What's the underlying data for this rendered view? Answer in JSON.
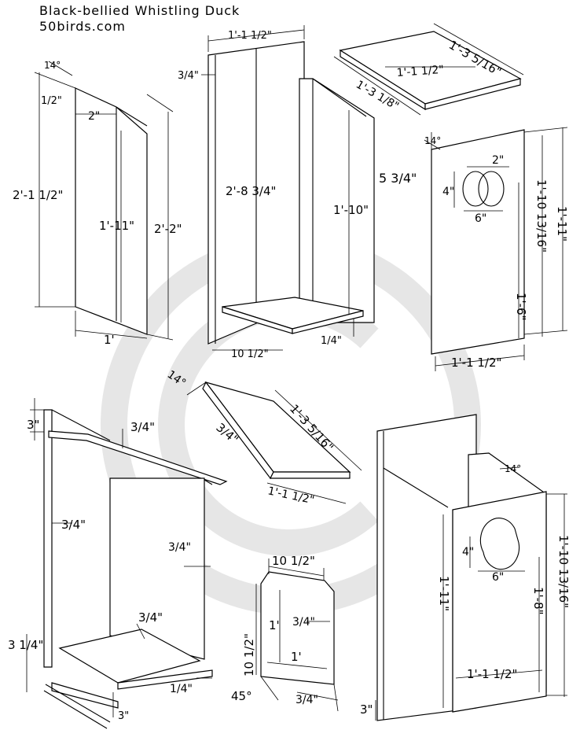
{
  "header": {
    "title": "Black-bellied Whistling Duck",
    "site": "50birds.com"
  },
  "labels": {
    "side_angle": "14°",
    "side_half_in": "1/2\"",
    "side_top_w": "2\"",
    "side_height_long": "2'-1 1/2\"",
    "side_height_inner": "1'-11\"",
    "side_height_short": "2'-2\"",
    "side_width": "1'",
    "back_width": "1'-1 1/2\"",
    "back_thick": "3/4\"",
    "back_height": "2'-8 3/4\"",
    "back_side_h": "1'-10\"",
    "floor_w": "10 1/2\"",
    "floor_gap": "1/4\"",
    "roof_long": "1'-3 5/16\"",
    "roof_mid": "1'-1 1/2\"",
    "roof_front": "1'-3 1/8\"",
    "front_angle": "14°",
    "front_top_w": "2\"",
    "front_top_drop": "5 3/4\"",
    "front_hole_h": "4\"",
    "front_hole_w": "6\"",
    "front_hole_down": "1'-6\"",
    "front_height_inner": "1'-10 13/16\"",
    "front_height_outer": "1'-11\"",
    "front_width": "1'-1 1/2\"",
    "roof2_angle": "14°",
    "roof2_thick": "3/4\"",
    "roof2_long": "1'-3 5/16\"",
    "roof2_width": "1'-1 1/2\"",
    "cut_top": "3\"",
    "cut_roof": "3/4\"",
    "cut_wall": "3/4\"",
    "cut_wall_r": "3/4\"",
    "cut_floor": "3/4\"",
    "cut_bottom_l": "3 1/4\"",
    "cut_gap": "1/4\"",
    "cut_bottom": "3\"",
    "floor2_top": "10 1/2\"",
    "floor2_left": "10 1/2\"",
    "floor2_inner_v": "1'",
    "floor2_inner_h": "1'",
    "floor2_thick": "3/4\"",
    "floor2_thick_b": "3/4\"",
    "floor2_angle": "45°",
    "asm_angle": "14°",
    "asm_hole_h": "4\"",
    "asm_hole_w": "6\"",
    "asm_height_l": "1'-11\"",
    "asm_height_m": "1'-8\"",
    "asm_height_r": "1'-10 13/16\"",
    "asm_width": "1'-1 1/2\"",
    "asm_bottom": "3\""
  }
}
